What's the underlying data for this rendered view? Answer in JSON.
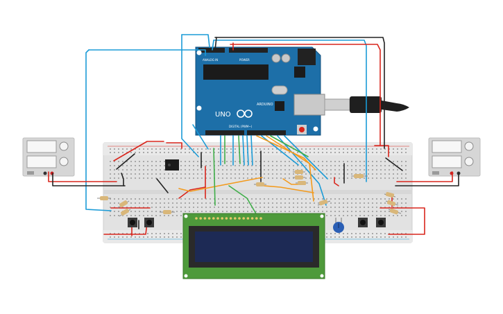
{
  "arduino": {
    "brand": "UNO",
    "maker": "ARDUINO",
    "power_label": "POWER",
    "analog_label": "ANALOG IN",
    "digital_label": "DIGITAL (PWM~)"
  },
  "colors": {
    "breadboard": "#e2e2e2",
    "arduino": "#1d6fa8",
    "wire_blue": "#1a9bd7",
    "wire_red": "#d9251c",
    "wire_black": "#222222",
    "wire_orange": "#f39a1c",
    "wire_green": "#3fae49",
    "lcd_board": "#4e9a3b",
    "lcd_screen": "#1d2a55",
    "pot": "#2b5fb5"
  },
  "icons": [
    "arduino-logo-icon",
    "usb-connector-icon",
    "power-jack-icon",
    "potentiometer-icon",
    "pushbutton-icon"
  ]
}
